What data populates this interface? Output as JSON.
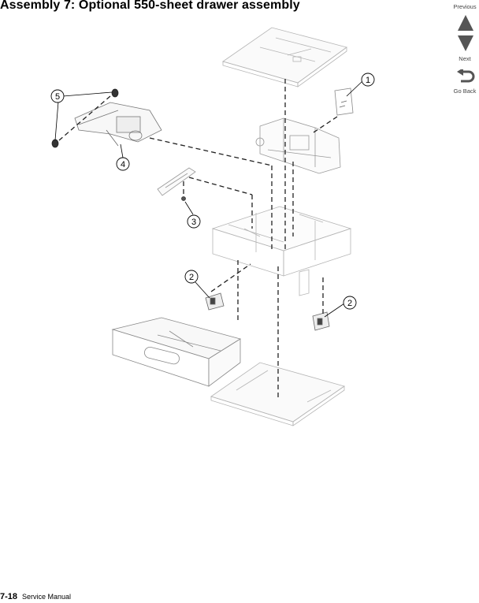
{
  "page": {
    "title": "Assembly 7:  Optional 550-sheet drawer assembly",
    "footer_page": "7-18",
    "footer_manual": "Service Manual"
  },
  "nav": {
    "previous_label": "Previous",
    "next_label": "Next",
    "go_back_label": "Go Back",
    "icons": [
      "up-triangle-icon",
      "down-triangle-icon",
      "return-arrow-icon"
    ],
    "icon_color": "#555555"
  },
  "diagram": {
    "callouts": [
      "1",
      "2",
      "2",
      "3",
      "4",
      "5"
    ]
  }
}
